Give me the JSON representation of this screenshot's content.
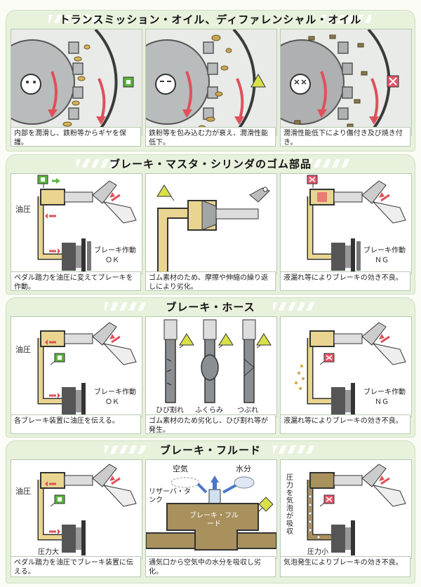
{
  "sections": [
    {
      "title": "トランスミッション・オイル、ディファレンシャル・オイル",
      "captions": [
        "内部を潤滑し、鉄粉等からギヤを保護。",
        "鉄粉等を包み込む力が衰え、潤滑性能低下。",
        "潤滑性能低下により傷付き及び焼き付き。"
      ]
    },
    {
      "title": "ブレーキ・マスタ・シリンダのゴム部品",
      "labels": {
        "oil_pressure": "油圧",
        "brake_action": "ブレーキ作動",
        "ok": "ＯＫ",
        "ng": "ＮＧ"
      },
      "captions": [
        "ペダル踏力を油圧に変えてブレーキを作動。",
        "ゴム素材のため、摩擦や伸縮の繰り返しにより劣化。",
        "液漏れ等によりブレーキの効き不良。"
      ]
    },
    {
      "title": "ブレーキ・ホース",
      "labels": {
        "oil_pressure": "油圧",
        "brake_action": "ブレーキ作動",
        "ok": "ＯＫ",
        "ng": "ＮＧ",
        "crack": "ひび割れ",
        "bulge": "ふくらみ",
        "burst": "つぶれ"
      },
      "captions": [
        "各ブレーキ装置に油圧を伝える。",
        "ゴム素材のため劣化し、ひび割れ等が発生。",
        "液漏れ等によりブレーキの効き不良。"
      ]
    },
    {
      "title": "ブレーキ・フルード",
      "labels": {
        "oil_pressure": "油圧",
        "pressure_high": "圧力大",
        "pressure_low": "圧力小",
        "air": "空気",
        "water": "水分",
        "reservoir": "リザーバ・タンク",
        "fluid": "ブレーキ・フルード",
        "bubbles": "圧力を気泡が吸収"
      },
      "captions": [
        "ペダル踏力を油圧でブレーキ装置に伝える。",
        "通気口から空気中の水分を吸収し劣化。",
        "気泡発生によりブレーキの効き不良。"
      ]
    }
  ],
  "colors": {
    "ok": "#5ab43c",
    "warn": "#d8e04a",
    "ng": "#e8546a",
    "arrow": "#e0505a",
    "fluid_good": "#e9d590",
    "fluid_bad": "#a8915c"
  }
}
